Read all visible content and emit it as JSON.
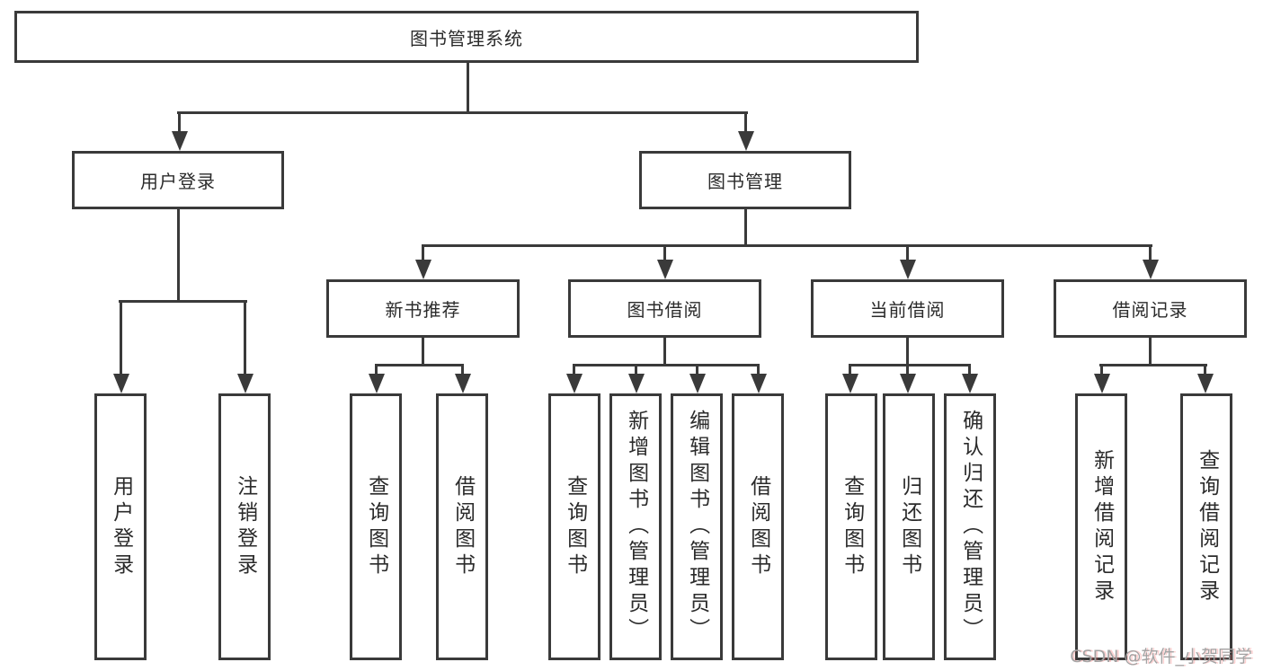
{
  "nodes": {
    "root": {
      "label": "图书管理系统"
    },
    "user_login": {
      "label": "用户登录",
      "children": {
        "login": {
          "label": "用户登录"
        },
        "logout": {
          "label": "注销登录"
        }
      }
    },
    "book_mgmt": {
      "label": "图书管理",
      "children": {
        "new_book": {
          "label": "新书推荐",
          "children": {
            "query": {
              "label": "查询图书"
            },
            "borrow": {
              "label": "借阅图书"
            }
          }
        },
        "borrow": {
          "label": "图书借阅",
          "children": {
            "query": {
              "label": "查询图书"
            },
            "add": {
              "label": "新增图书（管理员）"
            },
            "edit": {
              "label": "编辑图书（管理员）"
            },
            "borrow": {
              "label": "借阅图书"
            }
          }
        },
        "current": {
          "label": "当前借阅",
          "children": {
            "query": {
              "label": "查询图书"
            },
            "return": {
              "label": "归还图书"
            },
            "confirm": {
              "label": "确认归还（管理员）"
            }
          }
        },
        "records": {
          "label": "借阅记录",
          "children": {
            "add": {
              "label": "新增借阅记录"
            },
            "query": {
              "label": "查询借阅记录"
            }
          }
        }
      }
    }
  },
  "watermark": {
    "text": "CSDN @软件_小贺同学"
  },
  "colors": {
    "line": "#3a3a3a",
    "text": "#2b2b2b",
    "background": "#ffffff",
    "watermark": "#a3a3a3"
  }
}
